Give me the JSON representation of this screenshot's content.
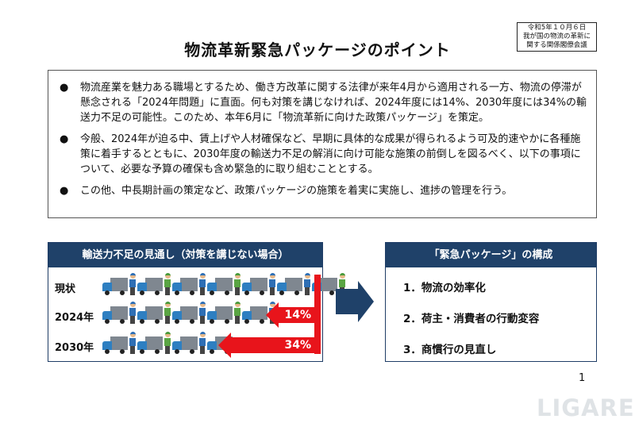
{
  "title": "物流革新緊急パッケージのポイント",
  "stamp": [
    "令和5年１０月６日",
    "我が国の物流の革新に",
    "関する関係閣僚会議"
  ],
  "bullets": [
    {
      "symbol": "●",
      "text": "物流産業を魅力ある職場とするため、働き方改革に関する法律が来年4月から適用される一方、物流の停滞が懸念される「2024年問題」に直面。何も対策を講じなければ、2024年度には14%、2030年度には34%の輸送力不足の可能性。このため、本年6月に「物流革新に向けた政策パッケージ」を策定。"
    },
    {
      "symbol": "●",
      "text": "今般、2024年が迫る中、賃上げや人材確保など、早期に具体的な成果が得られるよう可及的速やかに各種施策に着手するとともに、2030年度の輸送力不足の解消に向け可能な施策の前倒しを図るべく、以下の事項について、必要な予算の確保も含め緊急的に取り組むこととする。"
    },
    {
      "symbol": "●",
      "text": "この他、中長期計画の策定など、政策パッケージの施策を着実に実施し、進捗の管理を行う。"
    }
  ],
  "left_panel": {
    "header": "輸送力不足の見通し（対策を講じない場合）",
    "rows": [
      {
        "label": "現状",
        "trucks": 7,
        "people": [
          "b",
          "g",
          "b",
          "g",
          "b",
          "b",
          "g"
        ],
        "shortage": ""
      },
      {
        "label": "2024年",
        "trucks": 5,
        "people": [
          "b",
          "g",
          "b",
          "g",
          "b"
        ],
        "shortage": "14%"
      },
      {
        "label": "2030年",
        "trucks": 4,
        "people": [
          "b",
          "g",
          "b"
        ],
        "shortage": "34%"
      }
    ]
  },
  "right_panel": {
    "header": "「緊急パッケージ」の構成",
    "items": [
      "1．物流の効率化",
      "2．荷主・消費者の行動変容",
      "3．商慣行の見直し"
    ]
  },
  "page_number": "1",
  "watermark": "LIGARE"
}
